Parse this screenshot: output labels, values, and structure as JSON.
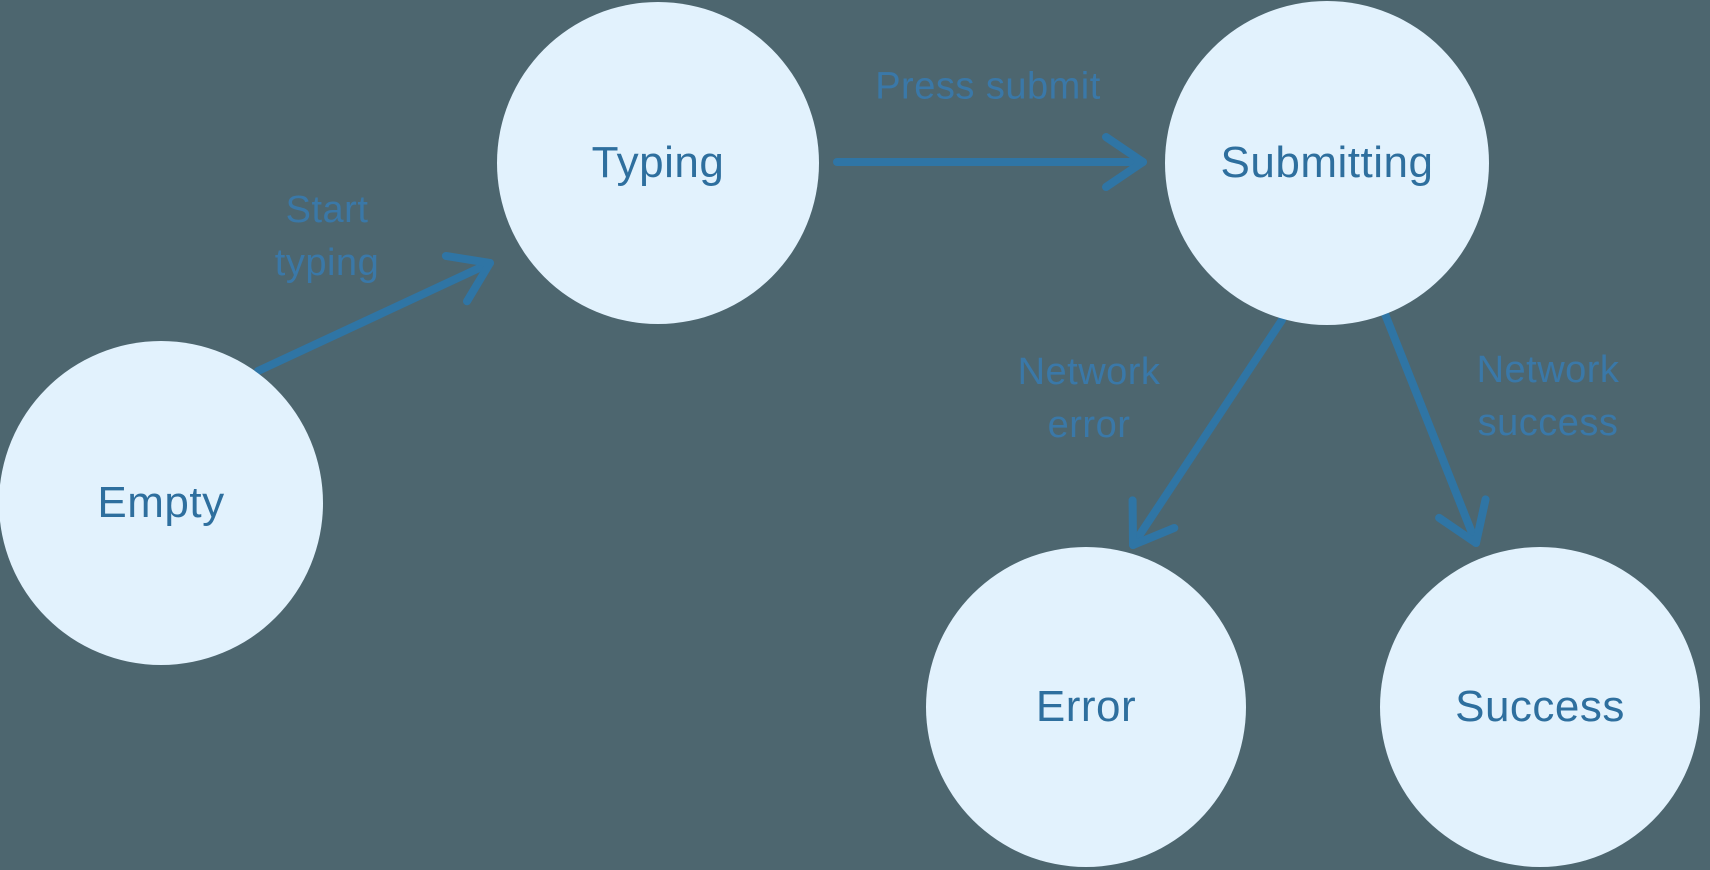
{
  "diagram": {
    "type": "state-machine",
    "colors": {
      "background": "#4d666f",
      "node_fill": "#e2f2fd",
      "node_text": "#2e6f9e",
      "arrow": "#2f75a5",
      "transition_label": "#3a78a8"
    },
    "states": {
      "empty": "Empty",
      "typing": "Typing",
      "submitting": "Submitting",
      "error": "Error",
      "success": "Success"
    },
    "transitions": {
      "start_typing": {
        "from": "Empty",
        "to": "Typing",
        "line1": "Start",
        "line2": "typing"
      },
      "press_submit": {
        "from": "Typing",
        "to": "Submitting",
        "line1": "Press submit"
      },
      "network_error": {
        "from": "Submitting",
        "to": "Error",
        "line1": "Network",
        "line2": "error"
      },
      "network_success": {
        "from": "Submitting",
        "to": "Success",
        "line1": "Network",
        "line2": "success"
      }
    }
  }
}
